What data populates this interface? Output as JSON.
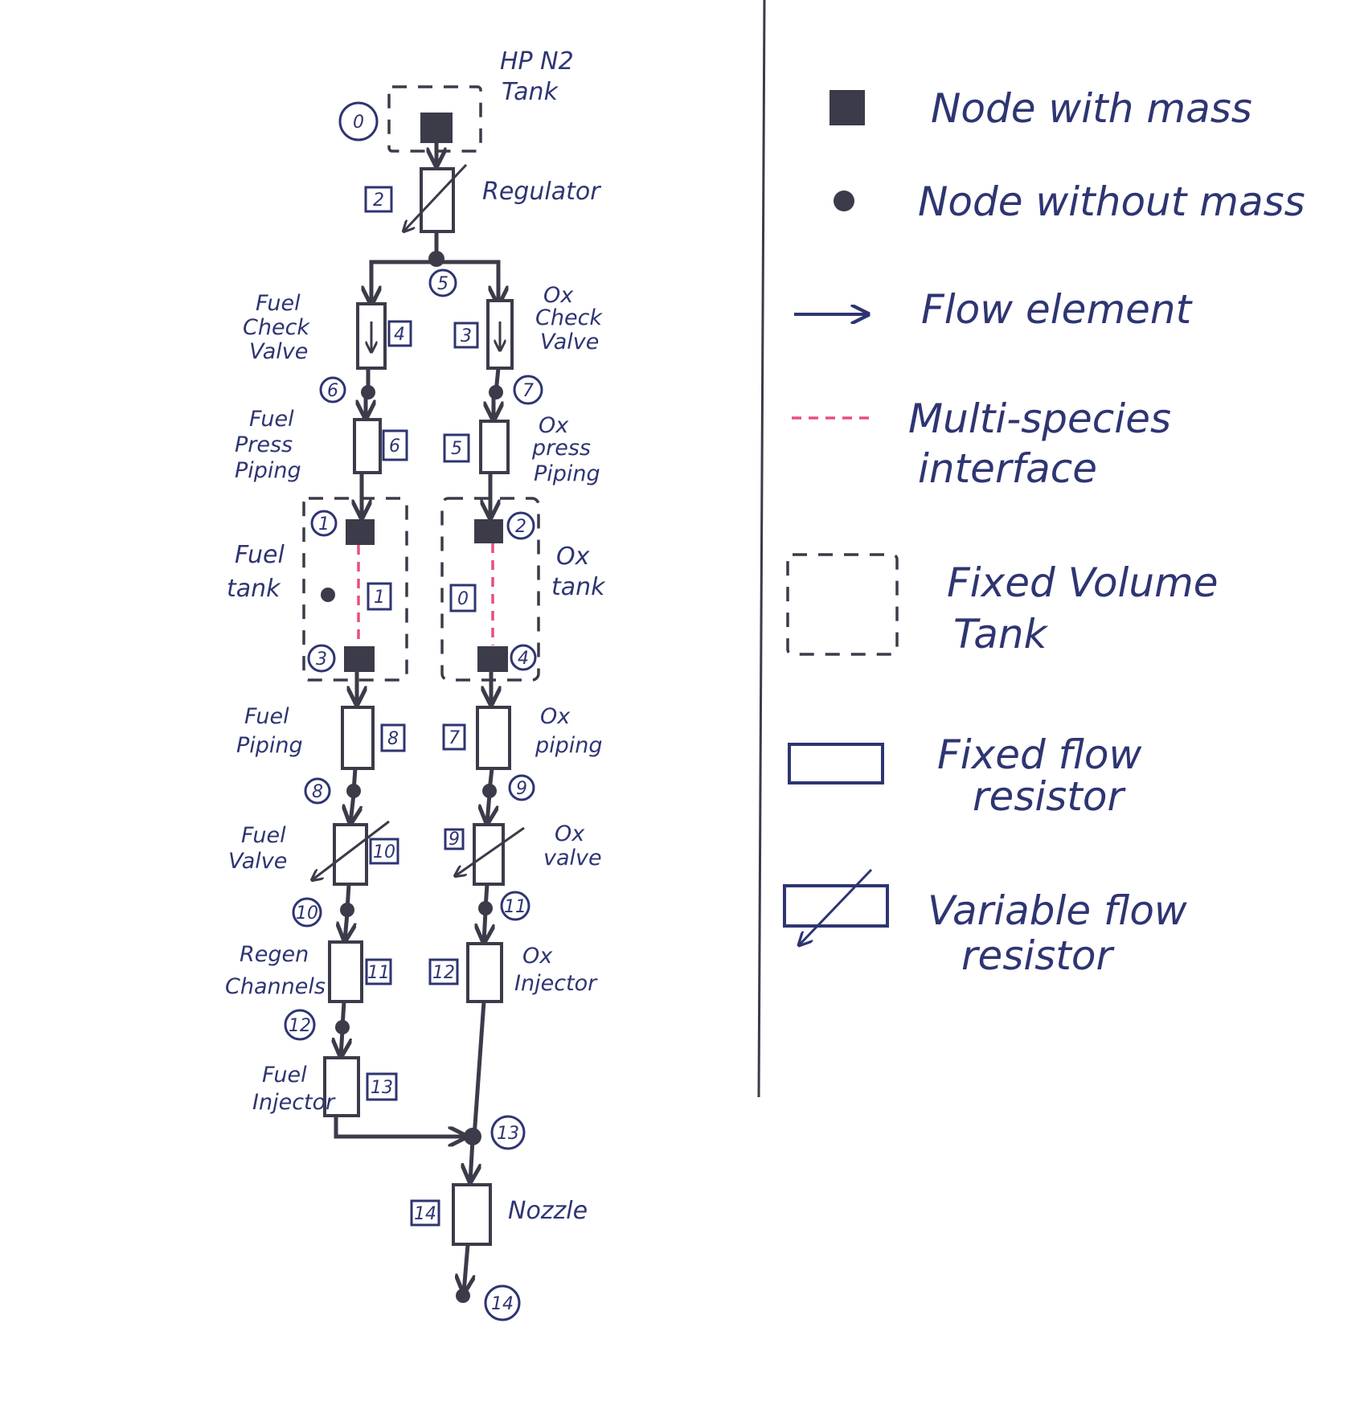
{
  "colors": {
    "ink": "#2e3572",
    "pipe": "#3b3b4a",
    "interface": "#e8507a"
  },
  "labels": {
    "hp_n2_tank_1": "HP N2",
    "hp_n2_tank_2": "Tank",
    "regulator": "Regulator",
    "fuel_check_1": "Fuel",
    "fuel_check_2": "Check",
    "fuel_check_3": "Valve",
    "ox_check_1": "Ox",
    "ox_check_2": "Check",
    "ox_check_3": "Valve",
    "fuel_press_1": "Fuel",
    "fuel_press_2": "Press",
    "fuel_press_3": "Piping",
    "ox_press_1": "Ox",
    "ox_press_2": "press",
    "ox_press_3": "Piping",
    "fuel_tank_1": "Fuel",
    "fuel_tank_2": "tank",
    "ox_tank_1": "Ox",
    "ox_tank_2": "tank",
    "fuel_piping_1": "Fuel",
    "fuel_piping_2": "Piping",
    "ox_piping_1": "Ox",
    "ox_piping_2": "piping",
    "fuel_valve_1": "Fuel",
    "fuel_valve_2": "Valve",
    "ox_valve_1": "Ox",
    "ox_valve_2": "valve",
    "regen_1": "Regen",
    "regen_2": "Channels",
    "ox_injector_1": "Ox",
    "ox_injector_2": "Injector",
    "fuel_injector_1": "Fuel",
    "fuel_injector_2": "Injector",
    "nozzle": "Nozzle"
  },
  "node_numbers": {
    "n0": "0",
    "n5": "5",
    "n6": "6",
    "n7": "7",
    "n1": "1",
    "n2": "2",
    "n3": "3",
    "n4": "4",
    "n8": "8",
    "n9": "9",
    "n10": "10",
    "n11": "11",
    "n12": "12",
    "n13": "13",
    "n14": "14"
  },
  "element_numbers": {
    "e2": "2",
    "e4": "4",
    "e3": "3",
    "e6": "6",
    "e5": "5",
    "e1": "1",
    "e0": "0",
    "e8": "8",
    "e7": "7",
    "e10": "10",
    "e9": "9",
    "e11": "11",
    "e12": "12",
    "e13": "13",
    "e14": "14"
  },
  "legend": {
    "node_mass": "Node with mass",
    "node_no_mass": "Node without mass",
    "flow_element": "Flow element",
    "multi_1": "Multi-species",
    "multi_2": "interface",
    "fixed_volume_1": "Fixed Volume",
    "fixed_volume_2": "Tank",
    "fixed_flow_1": "Fixed flow",
    "fixed_flow_2": "resistor",
    "variable_flow_1": "Variable flow",
    "variable_flow_2": "resistor"
  }
}
